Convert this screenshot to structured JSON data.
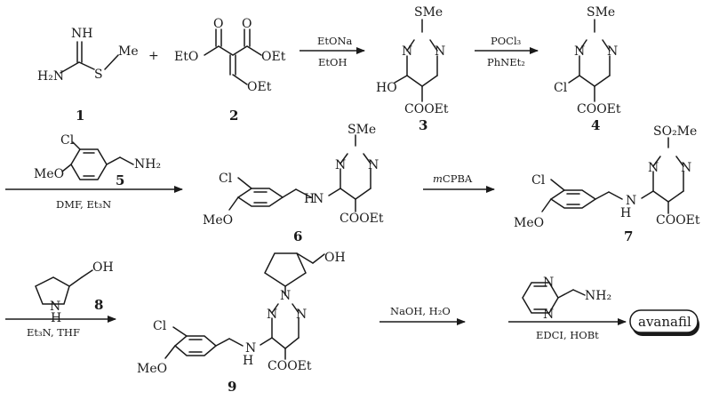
{
  "compounds": {
    "c1": {
      "number": "1",
      "nh": "NH",
      "h2n": "H₂N",
      "s": "S",
      "me": "Me"
    },
    "c2": {
      "number": "2",
      "eto_left": "EtO",
      "oet_right": "OEt",
      "o1": "O",
      "o2": "O",
      "oet_bottom": "OEt"
    },
    "c3": {
      "number": "3",
      "sme": "SMe",
      "n1": "N",
      "n2": "N",
      "ho": "HO",
      "ester": "COOEt"
    },
    "c4": {
      "number": "4",
      "sme": "SMe",
      "n1": "N",
      "n2": "N",
      "cl": "Cl",
      "ester": "COOEt"
    },
    "c5": {
      "number": "5",
      "cl": "Cl",
      "meo": "MeO",
      "nh2": "NH₂"
    },
    "c6": {
      "number": "6",
      "sme": "SMe",
      "n1": "N",
      "n2": "N",
      "cl": "Cl",
      "meo": "MeO",
      "nh_n": "N",
      "nh_h": "H",
      "ester": "COOEt"
    },
    "c7": {
      "number": "7",
      "so2me": "SO₂Me",
      "n1": "N",
      "n2": "N",
      "cl": "Cl",
      "meo": "MeO",
      "nh_n": "N",
      "nh_h": "H",
      "ester": "COOEt"
    },
    "c8": {
      "number": "8",
      "nh_n": "N",
      "nh_h": "H",
      "oh": "OH"
    },
    "c9": {
      "number": "9",
      "n_pyr": "N",
      "oh": "OH",
      "n1": "N",
      "n2": "N",
      "cl": "Cl",
      "meo": "MeO",
      "nh_n": "N",
      "nh_h": "H",
      "ester": "COOEt"
    },
    "amine": {
      "n1": "N",
      "n2": "N",
      "nh2": "NH₂"
    }
  },
  "plus": "+",
  "reagents": {
    "step1": {
      "above": "EtONa",
      "below": "EtOH"
    },
    "step2": {
      "above": "POCl₃",
      "below": "PhNEt₂"
    },
    "step3": {
      "below": "DMF, Et₃N"
    },
    "step4": {
      "above_italic": "m",
      "above": "CPBA"
    },
    "step5": {
      "below": "Et₃N, THF"
    },
    "step6": {
      "above": "NaOH, H₂O"
    },
    "step7": {
      "below": "EDCI, HOBt"
    }
  },
  "product": "avanafil"
}
